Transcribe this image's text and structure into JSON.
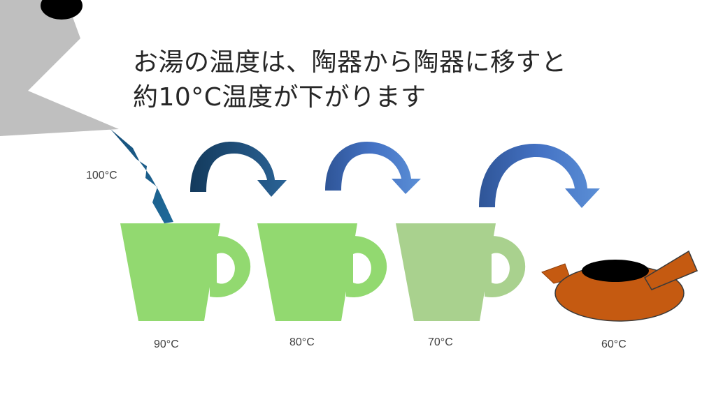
{
  "title": {
    "line1": "お湯の温度は、陶器から陶器に移すと",
    "line2": "約10°C温度が下がります"
  },
  "labels": {
    "kettle": "100°C",
    "cup1": "90°C",
    "cup2": "80°C",
    "cup3": "70°C",
    "teapot": "60°C"
  },
  "colors": {
    "kettle": "#bfbfbf",
    "kettle_lid": "#000000",
    "pour_stream": "#1f5f8b",
    "arrow1": "#1f4e79",
    "arrow2_3": "#4472c4",
    "cup_bright": "#92d970",
    "cup_pale": "#a9d18e",
    "teapot_body": "#c55a11",
    "teapot_opening": "#000000"
  }
}
